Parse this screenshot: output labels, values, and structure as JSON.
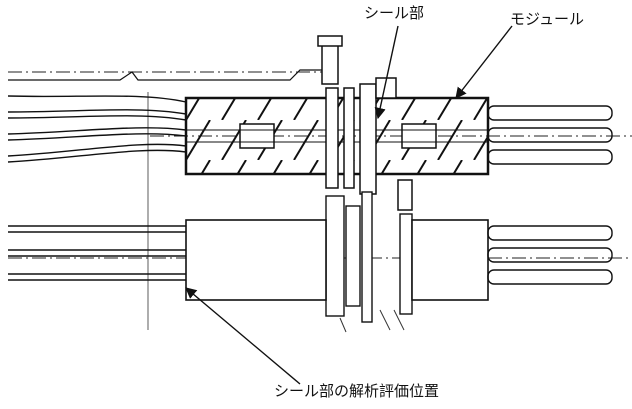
{
  "labels": {
    "seal_part": "シール部",
    "module": "モジュール",
    "evaluation_position": "シール部の解析評価位置"
  },
  "colors": {
    "ink": "#111111",
    "background": "#ffffff"
  }
}
